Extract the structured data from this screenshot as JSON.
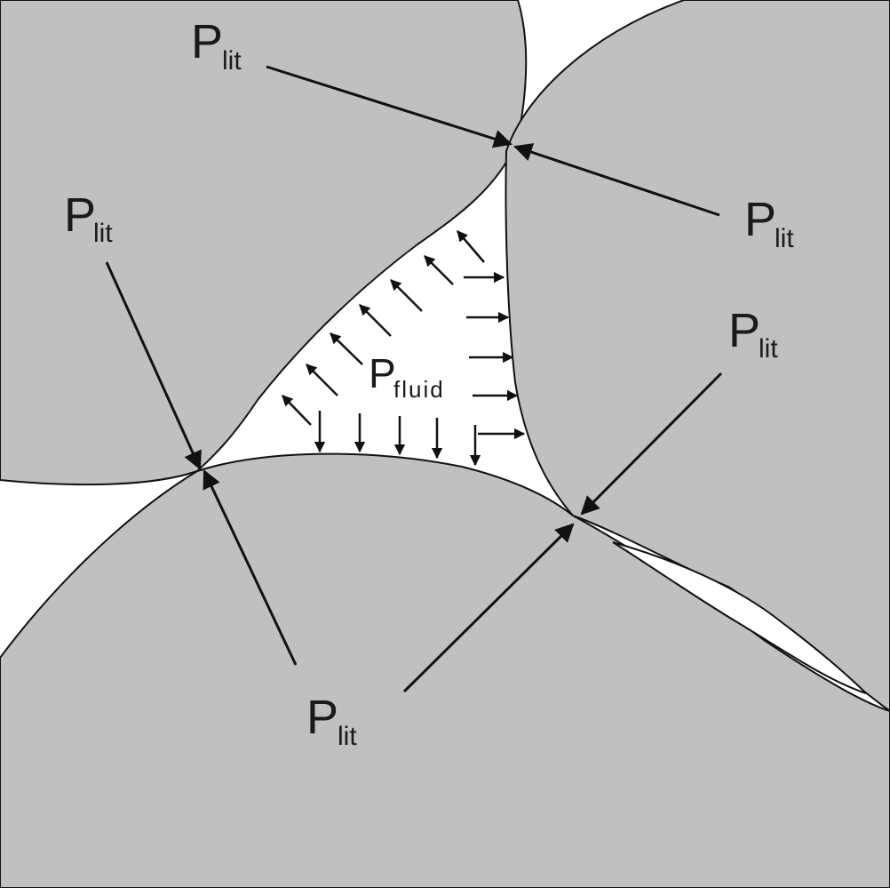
{
  "colors": {
    "grain_fill": "#c0c0c0",
    "pore_fill": "#ffffff",
    "outline": "#111111",
    "text": "#1a1a1a"
  },
  "labels": {
    "lithostatic": {
      "main": "P",
      "sub": "lit"
    },
    "fluid": {
      "main": "P",
      "sub": "fluid"
    }
  }
}
